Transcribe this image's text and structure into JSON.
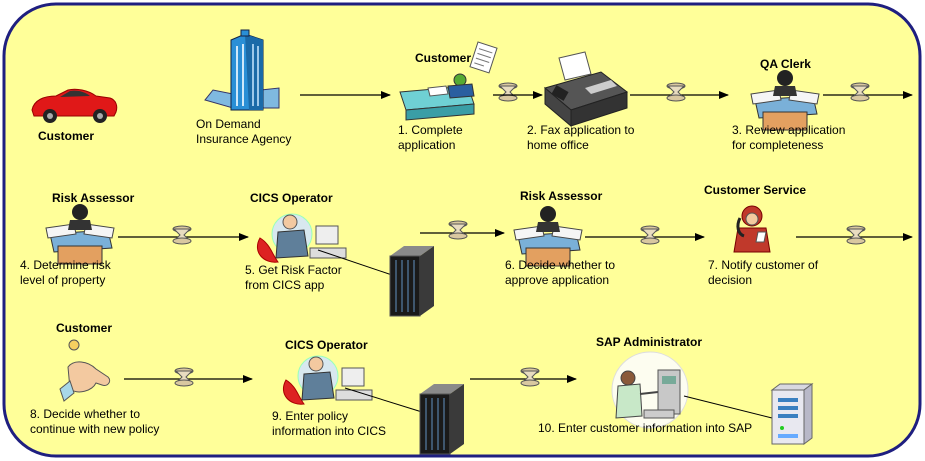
{
  "diagram": {
    "background": "#ffff99",
    "border_color": "#1f1f80",
    "row1": {
      "actor_1_role": "Customer",
      "agency_label_1": "On Demand",
      "agency_label_2": "Insurance Agency",
      "step_1_role": "Customer",
      "step_1_line_1": "1. Complete",
      "step_1_line_2": "application",
      "step_2_line_1": "2. Fax application  to",
      "step_2_line_2": "home office",
      "step_3_role": "QA Clerk",
      "step_3_line_1": "3. Review application",
      "step_3_line_2": "for completeness"
    },
    "row2": {
      "step_4_role": "Risk Assessor",
      "step_4_line_1": "4. Determine risk",
      "step_4_line_2": "level of property",
      "step_5_role": "CICS Operator",
      "step_5_line_1": "5. Get Risk Factor",
      "step_5_line_2": "from CICS app",
      "step_6_role": "Risk Assessor",
      "step_6_line_1": "6. Decide whether to",
      "step_6_line_2": "approve application",
      "step_7_role": "Customer Service",
      "step_7_line_1": "7. Notify customer of",
      "step_7_line_2": "decision"
    },
    "row3": {
      "step_8_role": "Customer",
      "step_8_line_1": "8. Decide whether to",
      "step_8_line_2": "continue with new policy",
      "step_9_role": "CICS Operator",
      "step_9_line_1": "9. Enter policy",
      "step_9_line_2": "information into CICS",
      "step_10_role": "SAP Administrator",
      "step_10_line_1": "10. Enter customer information into SAP"
    }
  }
}
